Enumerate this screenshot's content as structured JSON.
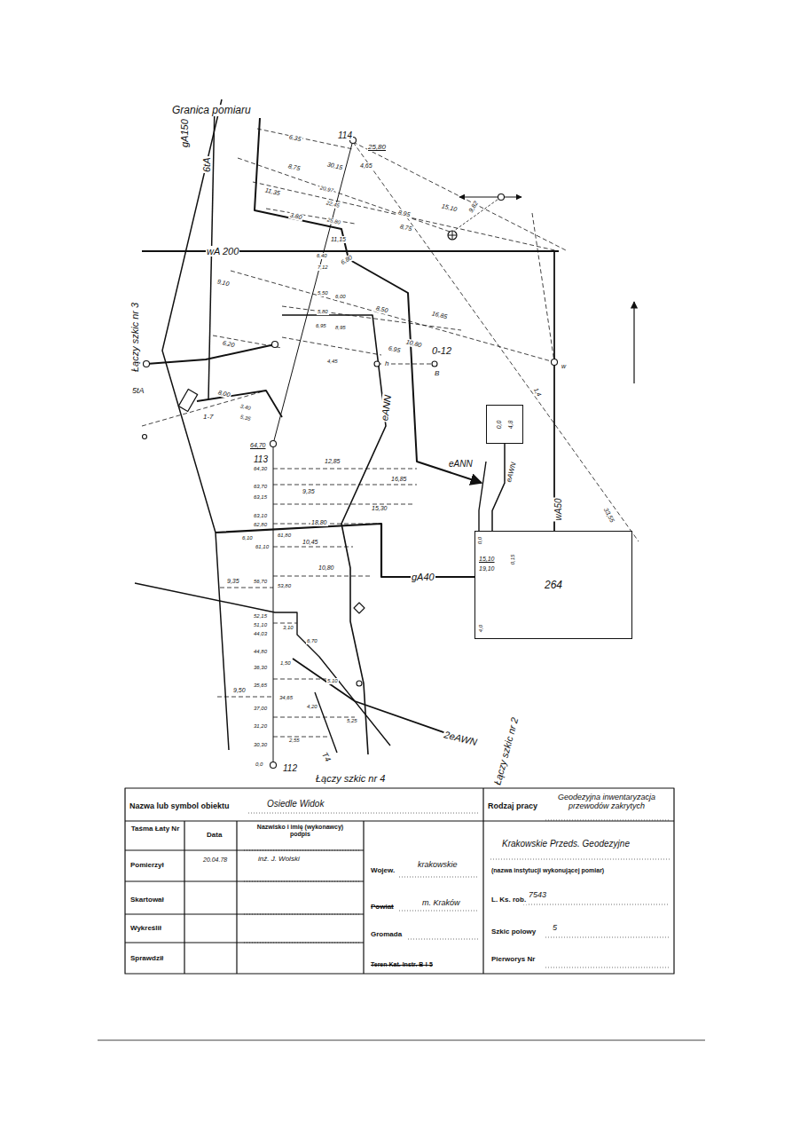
{
  "diagram": {
    "nodes": [
      {
        "text": [
          "0,0",
          "4,8"
        ]
      },
      {
        "text": [
          "264"
        ]
      }
    ],
    "edges": [
      {
        "from": 0,
        "to": 1,
        "arrow": "none"
      }
    ],
    "labels": [
      "Granica pomiaru",
      "114",
      "25,80",
      "6,35",
      "8,75",
      "30,15",
      "4,65",
      "11,35",
      "20,97",
      "22,45",
      "3,80",
      "25,80",
      "8,95",
      "8,75",
      "15,10",
      "11,15",
      "wA 200",
      "gA150",
      "6tA",
      "6,80",
      "6,40",
      "7,12",
      "9,10",
      "5,50",
      "6,00",
      "8,50",
      "16,85",
      "5,80",
      "6,95",
      "8,95",
      "6,95",
      "10,80",
      "6,20",
      "0-12",
      "B",
      "h",
      "4,45",
      "Łączy szkic nr 3",
      "5tA",
      "1-7",
      "8,00",
      "3,40",
      "5,35",
      "64,70",
      "113",
      "64,30",
      "12,85",
      "eANN",
      "16,85",
      "eANN",
      "63,70",
      "63,15",
      "9,35",
      "15,30",
      "63,10",
      "62,80",
      "18,80",
      "6,10",
      "61,80",
      "61,10",
      "10,45",
      "56,70",
      "10,80",
      "gA40",
      "9,35",
      "53,80",
      "52,15",
      "51,10",
      "3,10",
      "44,03",
      "6,70",
      "44,80",
      "1,50",
      "36,30",
      "5,10",
      "9,50",
      "35,65",
      "34,65",
      "4,20",
      "37,00",
      "5,25",
      "31,20",
      "2,55",
      "30,30",
      "0,0",
      "112",
      "T4",
      "2eAWN",
      "Łączy szkic nr 2",
      "Łączy szkic nr 4",
      "eAWN",
      "wA50",
      "w",
      "1,4",
      "33,55",
      "0,0",
      "15,10",
      "19,10",
      "0,15",
      "4,0",
      "9,82",
      "Nazwa lub symbol obiektu",
      "Osiedle Widok",
      "Rodzaj pracy",
      "Geodezyjna inwentaryzacja przewodów zakrytych",
      "Taśma Łaty Nr",
      "Data",
      "Nazwisko i imię (wykonawcy) podpis",
      "Krakowskie Przeds. Geodezyjne",
      "Pomierzył",
      "20.04.78",
      "inż. J. Wolski",
      "Wojew.",
      "krakowskie",
      "(nazwa instytucji wykonującej pomiar)",
      "Skartował",
      "Powiat",
      "m. Kraków",
      "L. Ks. rob.",
      "7543",
      "Wykreślił",
      "Gromada",
      "Szkic polowy",
      "5",
      "Sprawdził",
      "Teren Kat. Instr. B-I-5",
      "Pierworys Nr"
    ]
  }
}
